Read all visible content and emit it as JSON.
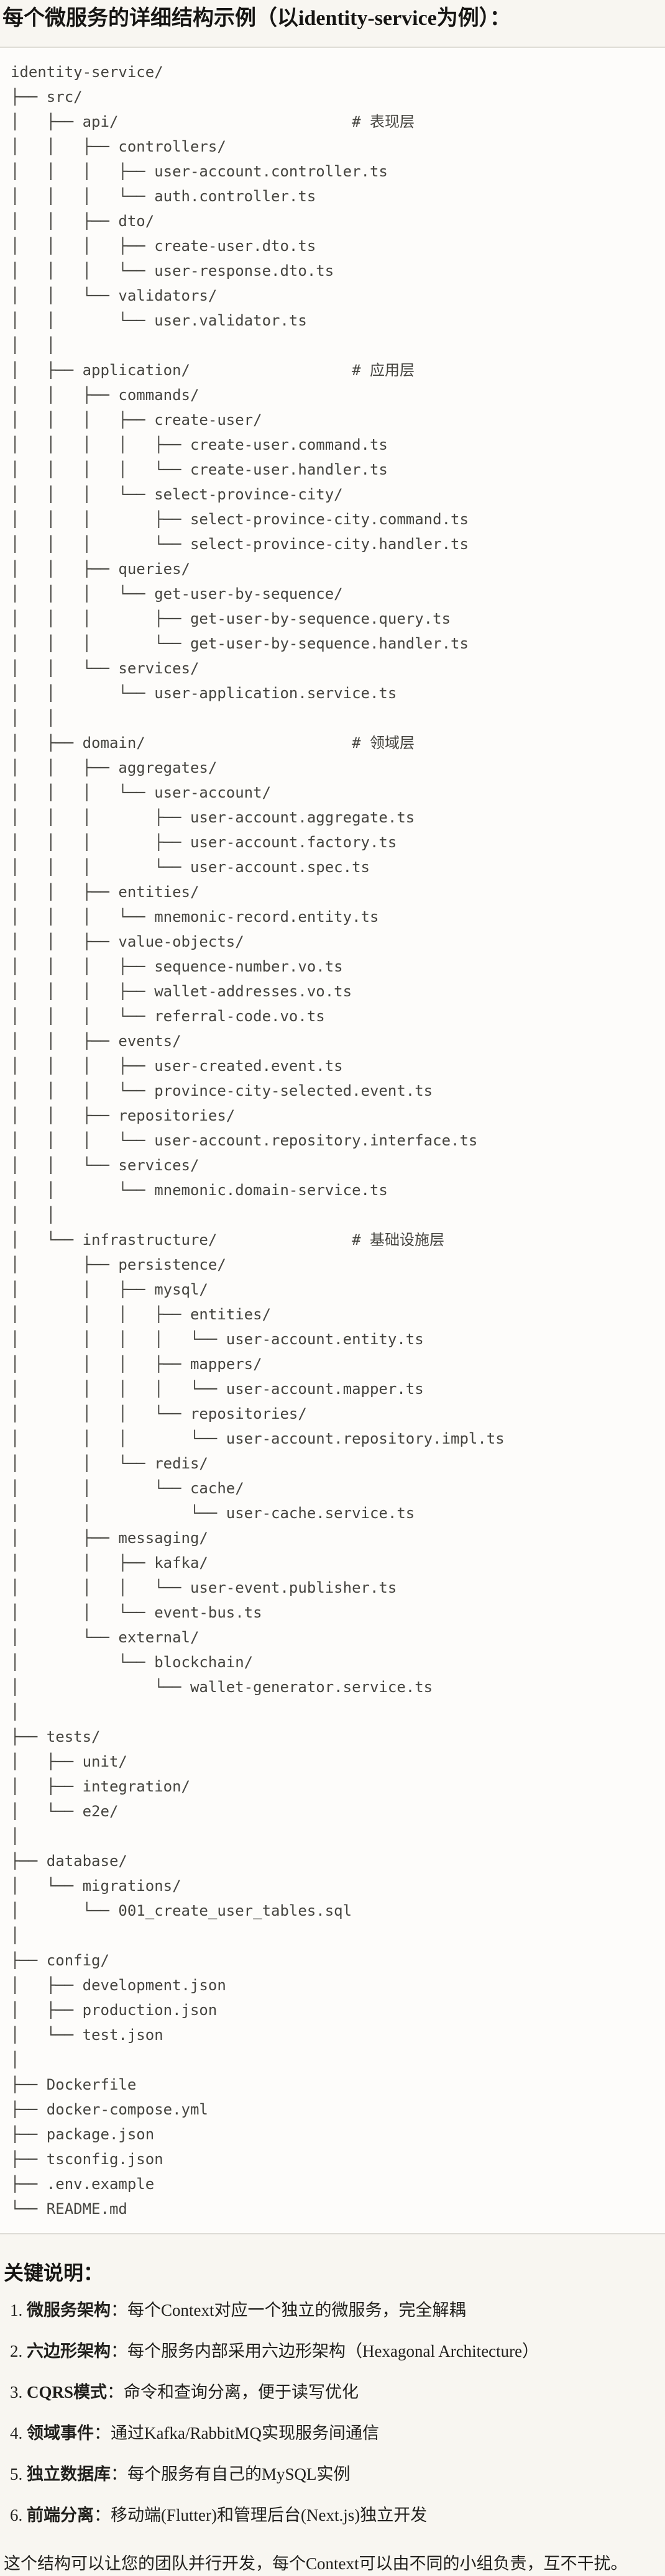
{
  "page": {
    "title": "每个微服务的详细结构示例（以identity-service为例）："
  },
  "tree": {
    "text": "identity-service/\n├── src/\n│   ├── api/                          # 表现层\n│   │   ├── controllers/\n│   │   │   ├── user-account.controller.ts\n│   │   │   └── auth.controller.ts\n│   │   ├── dto/\n│   │   │   ├── create-user.dto.ts\n│   │   │   └── user-response.dto.ts\n│   │   └── validators/\n│   │       └── user.validator.ts\n│   │\n│   ├── application/                  # 应用层\n│   │   ├── commands/\n│   │   │   ├── create-user/\n│   │   │   │   ├── create-user.command.ts\n│   │   │   │   └── create-user.handler.ts\n│   │   │   └── select-province-city/\n│   │   │       ├── select-province-city.command.ts\n│   │   │       └── select-province-city.handler.ts\n│   │   ├── queries/\n│   │   │   └── get-user-by-sequence/\n│   │   │       ├── get-user-by-sequence.query.ts\n│   │   │       └── get-user-by-sequence.handler.ts\n│   │   └── services/\n│   │       └── user-application.service.ts\n│   │\n│   ├── domain/                       # 领域层\n│   │   ├── aggregates/\n│   │   │   └── user-account/\n│   │   │       ├── user-account.aggregate.ts\n│   │   │       ├── user-account.factory.ts\n│   │   │       └── user-account.spec.ts\n│   │   ├── entities/\n│   │   │   └── mnemonic-record.entity.ts\n│   │   ├── value-objects/\n│   │   │   ├── sequence-number.vo.ts\n│   │   │   ├── wallet-addresses.vo.ts\n│   │   │   └── referral-code.vo.ts\n│   │   ├── events/\n│   │   │   ├── user-created.event.ts\n│   │   │   └── province-city-selected.event.ts\n│   │   ├── repositories/\n│   │   │   └── user-account.repository.interface.ts\n│   │   └── services/\n│   │       └── mnemonic.domain-service.ts\n│   │\n│   └── infrastructure/               # 基础设施层\n│       ├── persistence/\n│       │   ├── mysql/\n│       │   │   ├── entities/\n│       │   │   │   └── user-account.entity.ts\n│       │   │   ├── mappers/\n│       │   │   │   └── user-account.mapper.ts\n│       │   │   └── repositories/\n│       │   │       └── user-account.repository.impl.ts\n│       │   └── redis/\n│       │       └── cache/\n│       │           └── user-cache.service.ts\n│       ├── messaging/\n│       │   ├── kafka/\n│       │   │   └── user-event.publisher.ts\n│       │   └── event-bus.ts\n│       └── external/\n│           └── blockchain/\n│               └── wallet-generator.service.ts\n│\n├── tests/\n│   ├── unit/\n│   ├── integration/\n│   └── e2e/\n│\n├── database/\n│   └── migrations/\n│       └── 001_create_user_tables.sql\n│\n├── config/\n│   ├── development.json\n│   ├── production.json\n│   └── test.json\n│\n├── Dockerfile\n├── docker-compose.yml\n├── package.json\n├── tsconfig.json\n├── .env.example\n└── README.md"
  },
  "notes": {
    "heading": "关键说明：",
    "items": [
      {
        "num": "1. ",
        "term": "微服务架构",
        "colon": "：",
        "desc": "每个Context对应一个独立的微服务，完全解耦"
      },
      {
        "num": "2. ",
        "term": "六边形架构",
        "colon": "：",
        "desc": "每个服务内部采用六边形架构（Hexagonal Architecture）"
      },
      {
        "num": "3. ",
        "term": "CQRS模式",
        "colon": "：",
        "desc": "命令和查询分离，便于读写优化"
      },
      {
        "num": "4. ",
        "term": "领域事件",
        "colon": "：",
        "desc": "通过Kafka/RabbitMQ实现服务间通信"
      },
      {
        "num": "5. ",
        "term": "独立数据库",
        "colon": "：",
        "desc": "每个服务有自己的MySQL实例"
      },
      {
        "num": "6. ",
        "term": "前端分离",
        "colon": "：",
        "desc": "移动端(Flutter)和管理后台(Next.js)独立开发"
      }
    ],
    "footer": "这个结构可以让您的团队并行开发，每个Context可以由不同的小组负责，互不干扰。"
  }
}
